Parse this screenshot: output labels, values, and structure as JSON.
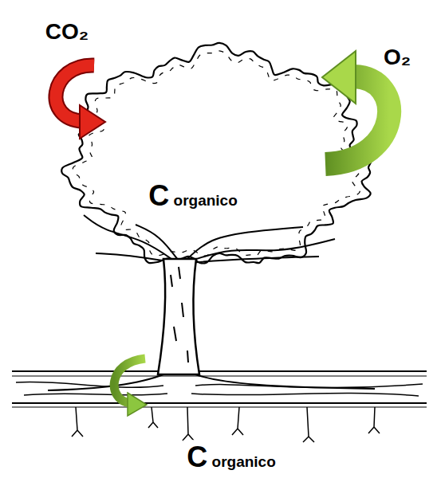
{
  "diagram": {
    "labels": [
      "CO₂",
      "O₂",
      "C organico",
      "C organico"
    ]
  }
}
